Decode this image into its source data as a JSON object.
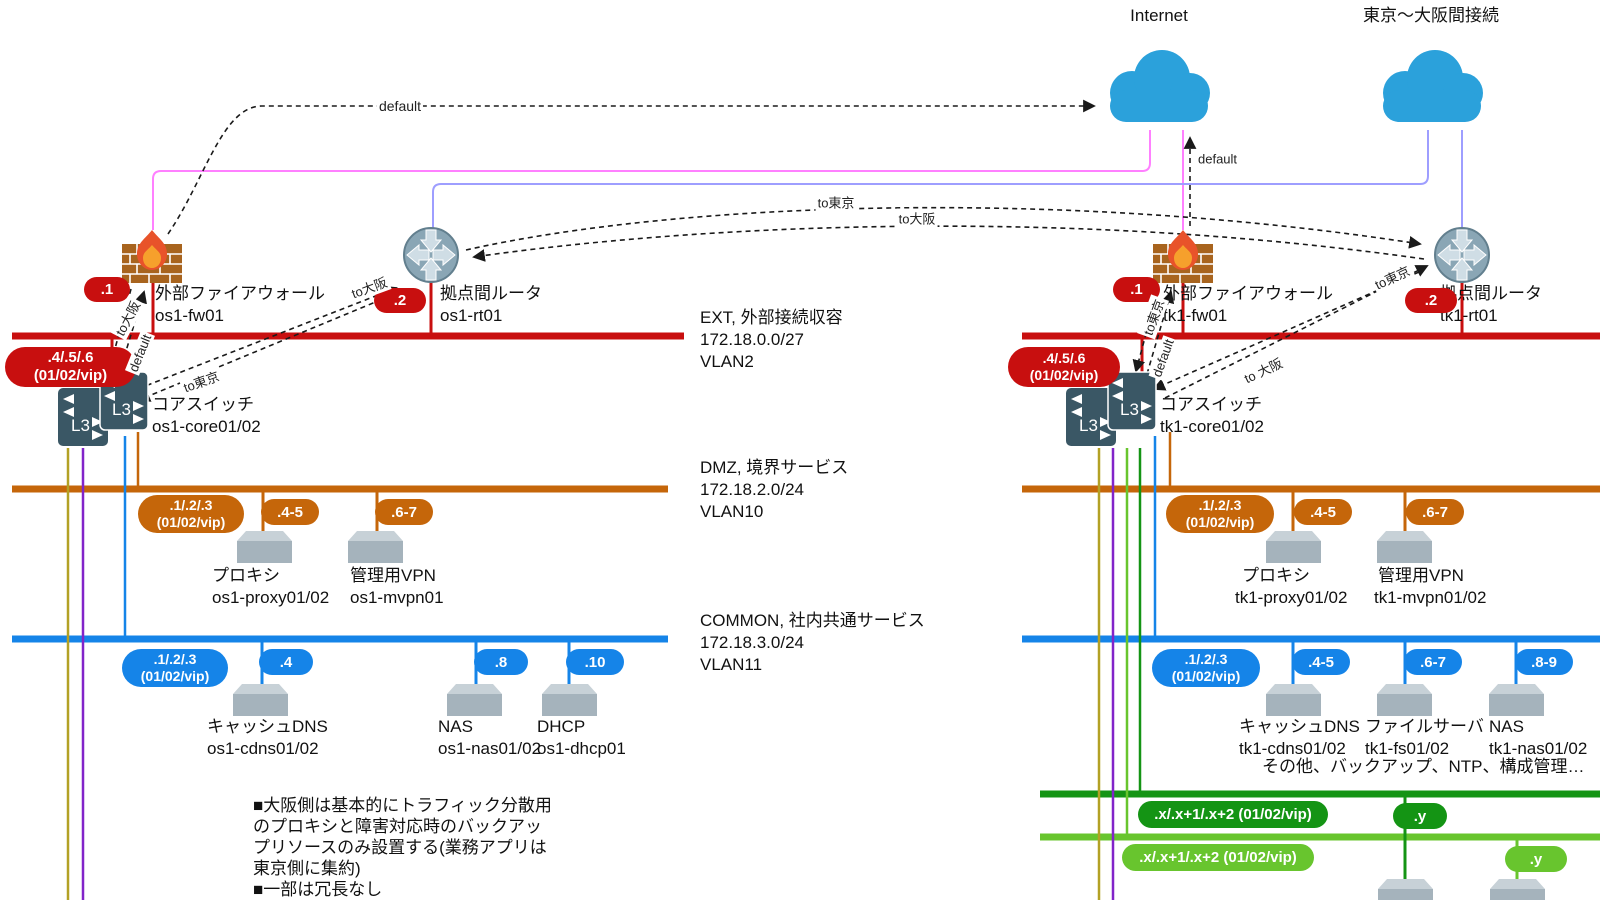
{
  "ui": {
    "l3": "L3"
  },
  "colors": {
    "red": "#c80f0f",
    "orange": "#c5660a",
    "blue": "#1584e8",
    "green_dark": "#149414",
    "green_light": "#68c52e",
    "pink": "#ff80ff",
    "violet": "#9e9eff",
    "olive": "#b3a125",
    "purple": "#8224c9",
    "cloud": "#2ba1db"
  },
  "clouds": {
    "internet": "Internet",
    "interconnect": "東京〜大阪間接続"
  },
  "routes": {
    "default_top": "default",
    "default_right": "default",
    "to_tokyo_long": "to東京",
    "to_osaka_long": "to大阪",
    "os1_fw_to_osaka": "to大阪",
    "os1_core_default": "default",
    "os1_core_to_tokyo": "to東京",
    "os1_rt_to_osaka": "to大阪",
    "tk1_fw_to_tokyo": "to東京",
    "tk1_core_default": "default",
    "tk1_core_to_osaka": "to 大阪",
    "tk1_rt_to_tokyo": "to東京"
  },
  "vlans": {
    "ext": {
      "title": "EXT, 外部接続収容",
      "cidr": "172.18.0.0/27",
      "vlan": "VLAN2"
    },
    "dmz": {
      "title": "DMZ, 境界サービス",
      "cidr": "172.18.2.0/24",
      "vlan": "VLAN10"
    },
    "common": {
      "title": "COMMON, 社内共通サービス",
      "cidr": "172.18.3.0/24",
      "vlan": "VLAN11"
    }
  },
  "os1": {
    "fw": {
      "ip": ".1",
      "name": "外部ファイアウォール",
      "host": "os1-fw01"
    },
    "rt": {
      "ip": ".2",
      "name": "拠点間ルータ",
      "host": "os1-rt01"
    },
    "core": {
      "ip1": ".4/.5/.6",
      "ip2": "(01/02/vip)",
      "name": "コアスイッチ",
      "host": "os1-core01/02"
    },
    "dmz": {
      "vip1": ".1/.2/.3",
      "vip2": "(01/02/vip)",
      "nodes": [
        {
          "ip": ".4-5",
          "name": "プロキシ",
          "host": "os1-proxy01/02"
        },
        {
          "ip": ".6-7",
          "name": "管理用VPN",
          "host": "os1-mvpn01"
        }
      ]
    },
    "common": {
      "vip1": ".1/.2/.3",
      "vip2": "(01/02/vip)",
      "nodes": [
        {
          "ip": ".4",
          "name": "キャッシュDNS",
          "host": "os1-cdns01/02"
        },
        {
          "ip": ".8",
          "name": "NAS",
          "host": "os1-nas01/02"
        },
        {
          "ip": ".10",
          "name": "DHCP",
          "host": "os1-dhcp01"
        }
      ]
    }
  },
  "tk1": {
    "fw": {
      "ip": ".1",
      "name": "外部ファイアウォール",
      "host": "tk1-fw01"
    },
    "rt": {
      "ip": ".2",
      "name": "拠点間ルータ",
      "host": "tk1-rt01"
    },
    "core": {
      "ip1": ".4/.5/.6",
      "ip2": "(01/02/vip)",
      "name": "コアスイッチ",
      "host": "tk1-core01/02"
    },
    "dmz": {
      "vip1": ".1/.2/.3",
      "vip2": "(01/02/vip)",
      "nodes": [
        {
          "ip": ".4-5",
          "name": "プロキシ",
          "host": "tk1-proxy01/02"
        },
        {
          "ip": ".6-7",
          "name": "管理用VPN",
          "host": "tk1-mvpn01/02"
        }
      ]
    },
    "common": {
      "vip1": ".1/.2/.3",
      "vip2": "(01/02/vip)",
      "nodes": [
        {
          "ip": ".4-5",
          "name": "キャッシュDNS",
          "host": "tk1-cdns01/02"
        },
        {
          "ip": ".6-7",
          "name": "ファイルサーバ",
          "host": "tk1-fs01/02"
        },
        {
          "ip": ".8-9",
          "name": "NAS",
          "host": "tk1-nas01/02"
        }
      ]
    },
    "others": "その他、バックアップ、NTP、構成管理…",
    "app1": {
      "vip": ".x/.x+1/.x+2 (01/02/vip)",
      "ip": ".y"
    },
    "app2": {
      "vip": ".x/.x+1/.x+2 (01/02/vip)",
      "ip": ".y"
    }
  },
  "notes": {
    "line1": "■大阪側は基本的にトラフィック分散用",
    "line2": "のプロキシと障害対応時のバックアッ",
    "line3": "プリソースのみ設置する(業務アプリは",
    "line4": "東京側に集約)",
    "line5": "■一部は冗長なし"
  }
}
